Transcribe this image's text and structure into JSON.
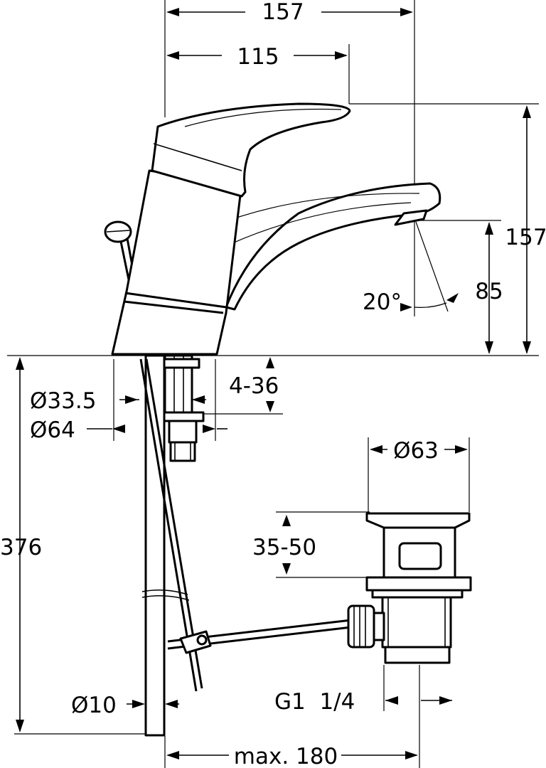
{
  "dimensions": {
    "top_width": "157",
    "handle_reach": "115",
    "total_height": "157",
    "spout_height": "85",
    "spout_angle": "20°",
    "body_diameter": "Ø33.5",
    "base_diameter": "Ø64",
    "deck_thickness": "4-36",
    "waste_diameter": "Ø63",
    "waste_depth": "35-50",
    "overall_height": "376",
    "rod_diameter": "Ø10",
    "waste_thread": "G1  1/4",
    "max_reach": "max. 180"
  }
}
